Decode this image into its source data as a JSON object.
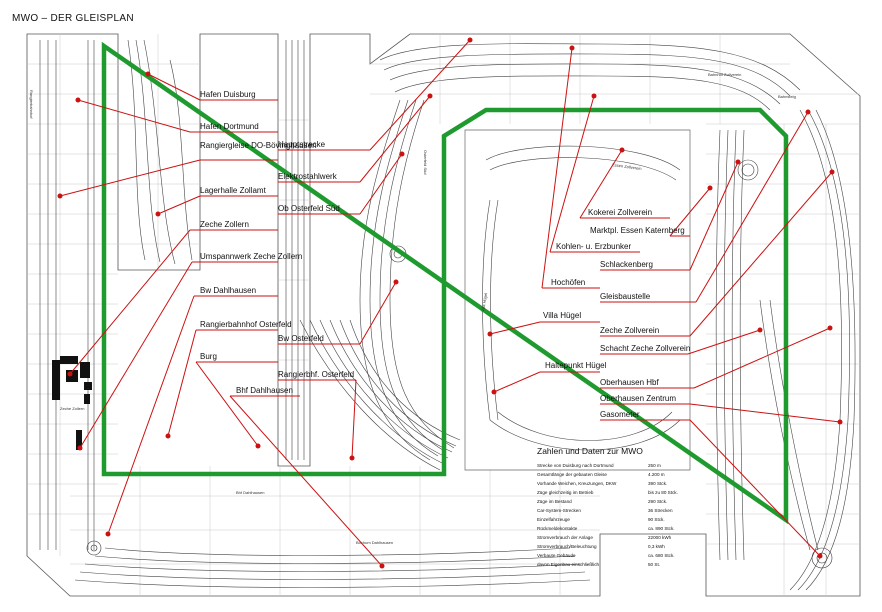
{
  "title": "MWO – DER GLEISPLAN",
  "labels": [
    {
      "text": "Hafen Duisburg"
    },
    {
      "text": "Hafen Dortmund"
    },
    {
      "text": "Hauptstrecke"
    },
    {
      "text": "Rangiergleise DO-Bövinghausen"
    },
    {
      "text": "Elektrostahlwerk"
    },
    {
      "text": "Lagerhalle Zollamt"
    },
    {
      "text": "Ob Osterfeld Süd"
    },
    {
      "text": "Zeche Zollern"
    },
    {
      "text": "Umspannwerk Zeche Zollern"
    },
    {
      "text": "Bw Dahlhausen"
    },
    {
      "text": "Rangierbahnhof Osterfeld"
    },
    {
      "text": "Bw Osterfeld"
    },
    {
      "text": "Burg"
    },
    {
      "text": "Rangierbhf. Osterfeld"
    },
    {
      "text": "Bhf Dahlhausen"
    },
    {
      "text": "Kokerei Zollverein"
    },
    {
      "text": "Marktpl. Essen Katernberg"
    },
    {
      "text": "Kohlen- u. Erzbunker"
    },
    {
      "text": "Schlackenberg"
    },
    {
      "text": "Hochöfen"
    },
    {
      "text": "Gleisbaustelle"
    },
    {
      "text": "Villa Hügel"
    },
    {
      "text": "Zeche Zollverein"
    },
    {
      "text": "Schacht Zeche Zollverein"
    },
    {
      "text": "Haltepunkt Hügel"
    },
    {
      "text": "Oberhausen Hbf"
    },
    {
      "text": "Oberhausen Zentrum"
    },
    {
      "text": "Gasometer"
    }
  ],
  "stats": {
    "title": "Zahlen und Daten zur MWO",
    "rows": [
      {
        "label": "Strecke von Duisburg nach Dortmund",
        "value": "250 m"
      },
      {
        "label": "Gesamtlänge der gebauten Gleise",
        "value": "4.200 m"
      },
      {
        "label": "Vorhande Weichen, Kreuzungen, DKW",
        "value": "390 Stck."
      },
      {
        "label": "Züge gleichzeitig im Betrieb",
        "value": "bis zu 80 Stck."
      },
      {
        "label": "Züge im Bestand",
        "value": "290 Stck."
      },
      {
        "label": "Car-System-Strecken",
        "value": "36 Strecken"
      },
      {
        "label": "Einzelfahrzeuge",
        "value": "90 Stck."
      },
      {
        "label": "Rückmeldekontakte",
        "value": "ca. 890 Stck."
      },
      {
        "label": "Stromverbrauch der Anlage",
        "value": "22000 kWh"
      },
      {
        "label": "Stromverbrauch/Beleuchtung",
        "value": "0,3 kWh"
      },
      {
        "label": "Verbaute Gebäude",
        "value": "ca. 680 Stck."
      },
      {
        "label": "davon Eigenbau einschließlich",
        "value": "50 St."
      }
    ]
  },
  "tiny_labels": [
    {
      "text": "Osterfeld Süd"
    },
    {
      "text": "Essen Zollverein"
    },
    {
      "text": "Villa Hügel"
    },
    {
      "text": "Bhf Dahlhausen"
    },
    {
      "text": "Bochum Dahlhausen"
    },
    {
      "text": "Rangierbahnhof"
    },
    {
      "text": "Bahnhof Zollverein"
    },
    {
      "text": "Zeche Zollern"
    },
    {
      "text": "Bahnsteig"
    }
  ],
  "colors": {
    "track": "#444444",
    "grid": "#c8c8c8",
    "leader": "#cc1111",
    "loop": "#1e9a2e",
    "label": "#111111"
  }
}
